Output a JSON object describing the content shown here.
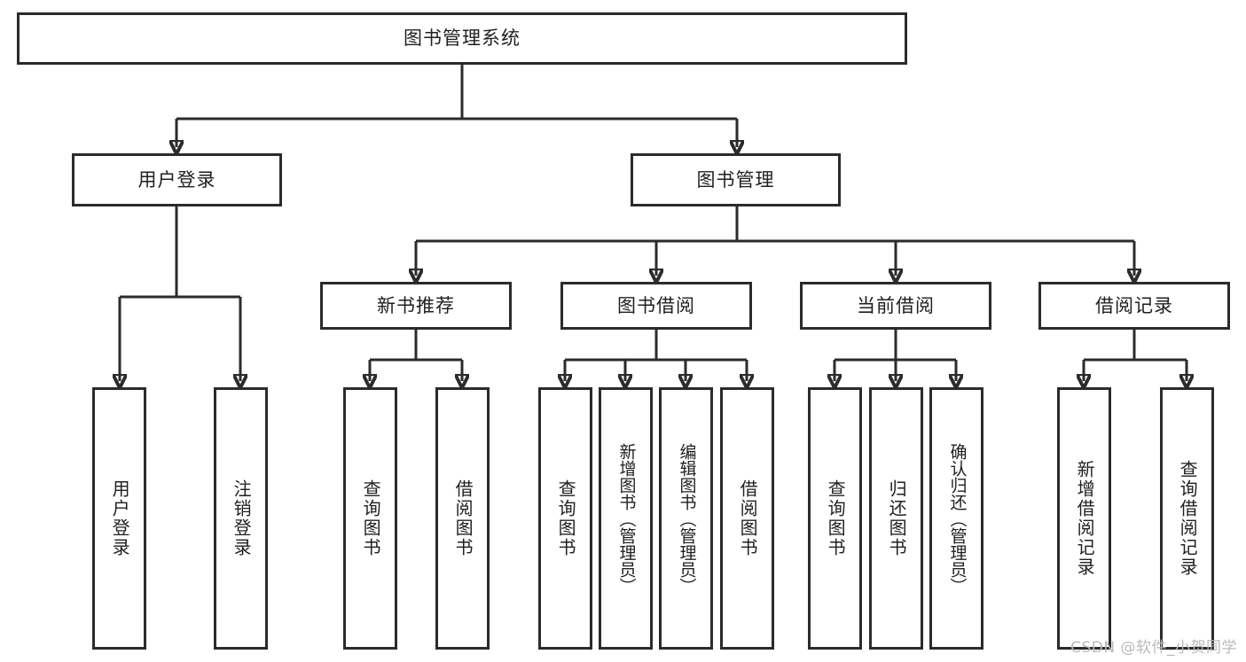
{
  "diagram": {
    "type": "hierarchy-tree",
    "title": "图书管理系统",
    "watermark": "CSDN @软件_小贺同学",
    "colors": {
      "stroke": "#2b2b2b",
      "box_fill": "#ffffff",
      "text": "#1f1f1f",
      "background": "#ffffff",
      "watermark": "#b9b9b9"
    },
    "root": {
      "id": "root",
      "label": "图书管理系统",
      "orientation": "horizontal"
    },
    "level2": [
      {
        "id": "user-login",
        "label": "用户登录",
        "orientation": "horizontal"
      },
      {
        "id": "book-manage",
        "label": "图书管理",
        "orientation": "horizontal"
      }
    ],
    "level3": [
      {
        "id": "new-book-recommend",
        "label": "新书推荐",
        "orientation": "horizontal",
        "parent": "book-manage"
      },
      {
        "id": "book-borrow",
        "label": "图书借阅",
        "orientation": "horizontal",
        "parent": "book-manage"
      },
      {
        "id": "current-borrow",
        "label": "当前借阅",
        "orientation": "horizontal",
        "parent": "book-manage"
      },
      {
        "id": "borrow-record",
        "label": "借阅记录",
        "orientation": "horizontal",
        "parent": "book-manage"
      }
    ],
    "leaves": [
      {
        "id": "leaf-user-login",
        "label": "用户登录",
        "parent": "user-login",
        "orientation": "vertical"
      },
      {
        "id": "leaf-user-logout",
        "label": "注销登录",
        "parent": "user-login",
        "orientation": "vertical"
      },
      {
        "id": "leaf-query-book-1",
        "label": "查询图书",
        "parent": "new-book-recommend",
        "orientation": "vertical"
      },
      {
        "id": "leaf-borrow-book-1",
        "label": "借阅图书",
        "parent": "new-book-recommend",
        "orientation": "vertical"
      },
      {
        "id": "leaf-query-book-2",
        "label": "查询图书",
        "parent": "book-borrow",
        "orientation": "vertical"
      },
      {
        "id": "leaf-add-book",
        "label": "新增图书（管理员）",
        "parent": "book-borrow",
        "orientation": "vertical"
      },
      {
        "id": "leaf-edit-book",
        "label": "编辑图书（管理员）",
        "parent": "book-borrow",
        "orientation": "vertical"
      },
      {
        "id": "leaf-borrow-book-2",
        "label": "借阅图书",
        "parent": "book-borrow",
        "orientation": "vertical"
      },
      {
        "id": "leaf-query-book-3",
        "label": "查询图书",
        "parent": "current-borrow",
        "orientation": "vertical"
      },
      {
        "id": "leaf-return-book",
        "label": "归还图书",
        "parent": "current-borrow",
        "orientation": "vertical"
      },
      {
        "id": "leaf-confirm-return",
        "label": "确认归还（管理员）",
        "parent": "current-borrow",
        "orientation": "vertical"
      },
      {
        "id": "leaf-add-record",
        "label": "新增借阅记录",
        "parent": "borrow-record",
        "orientation": "vertical"
      },
      {
        "id": "leaf-query-record",
        "label": "查询借阅记录",
        "parent": "borrow-record",
        "orientation": "vertical"
      }
    ]
  }
}
